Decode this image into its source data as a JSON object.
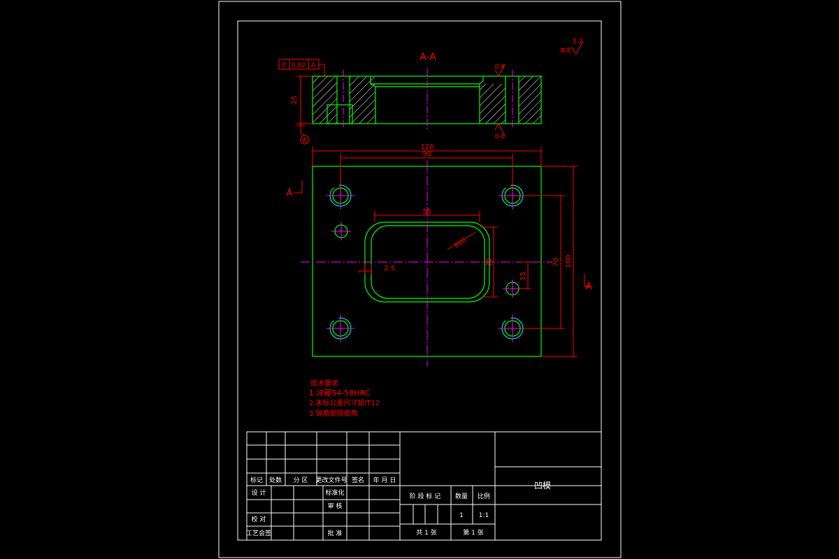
{
  "colors": {
    "background": "#000000",
    "frame": "#ffffff",
    "outline": "#00ff00",
    "dimension": "#ff0000",
    "centerline": "#ff00ff",
    "hidden": "#00ffff",
    "hatch": "#ffffff"
  },
  "section": {
    "title": "A-A",
    "thickness": "25",
    "datum": "A",
    "tolerance_symbol": "//",
    "tolerance_value": "0.02",
    "tolerance_datum": "A",
    "roughness_top": "0.8",
    "roughness_bottom": "0.8"
  },
  "plan": {
    "width": "120",
    "hole_spacing_x": "90",
    "cavity_length": "55",
    "cavity_radius": "R10",
    "cavity_width": "35",
    "offset": "2.5",
    "pin_offset": "15",
    "hole_spacing_y": "70",
    "height": "100",
    "section_mark_left": "A",
    "section_mark_right": "A"
  },
  "roughness_general": {
    "value": "3.2",
    "note": "其余"
  },
  "notes": {
    "title": "技术要求",
    "items": [
      "1.淬硬54-58HRC",
      "2.未标公差尺寸按IT12",
      "3.锐角倒钝倒角"
    ]
  },
  "title_block": {
    "change_headers": [
      "标记",
      "处数",
      "分 区",
      "更改文件号",
      "签名",
      "年 月 日"
    ],
    "design": "设 计",
    "standardize": "标准化",
    "check": "校 对",
    "review": "审 核",
    "process": "工艺会签",
    "approve": "批 准",
    "stage_mark": "阶 段 标 记",
    "quantity": "数量",
    "scale": "比例",
    "quantity_value": "1",
    "scale_value": "1:1",
    "total_sheets": "共 1 张",
    "sheet_no": "第 1 张",
    "part_name": "凹模"
  }
}
